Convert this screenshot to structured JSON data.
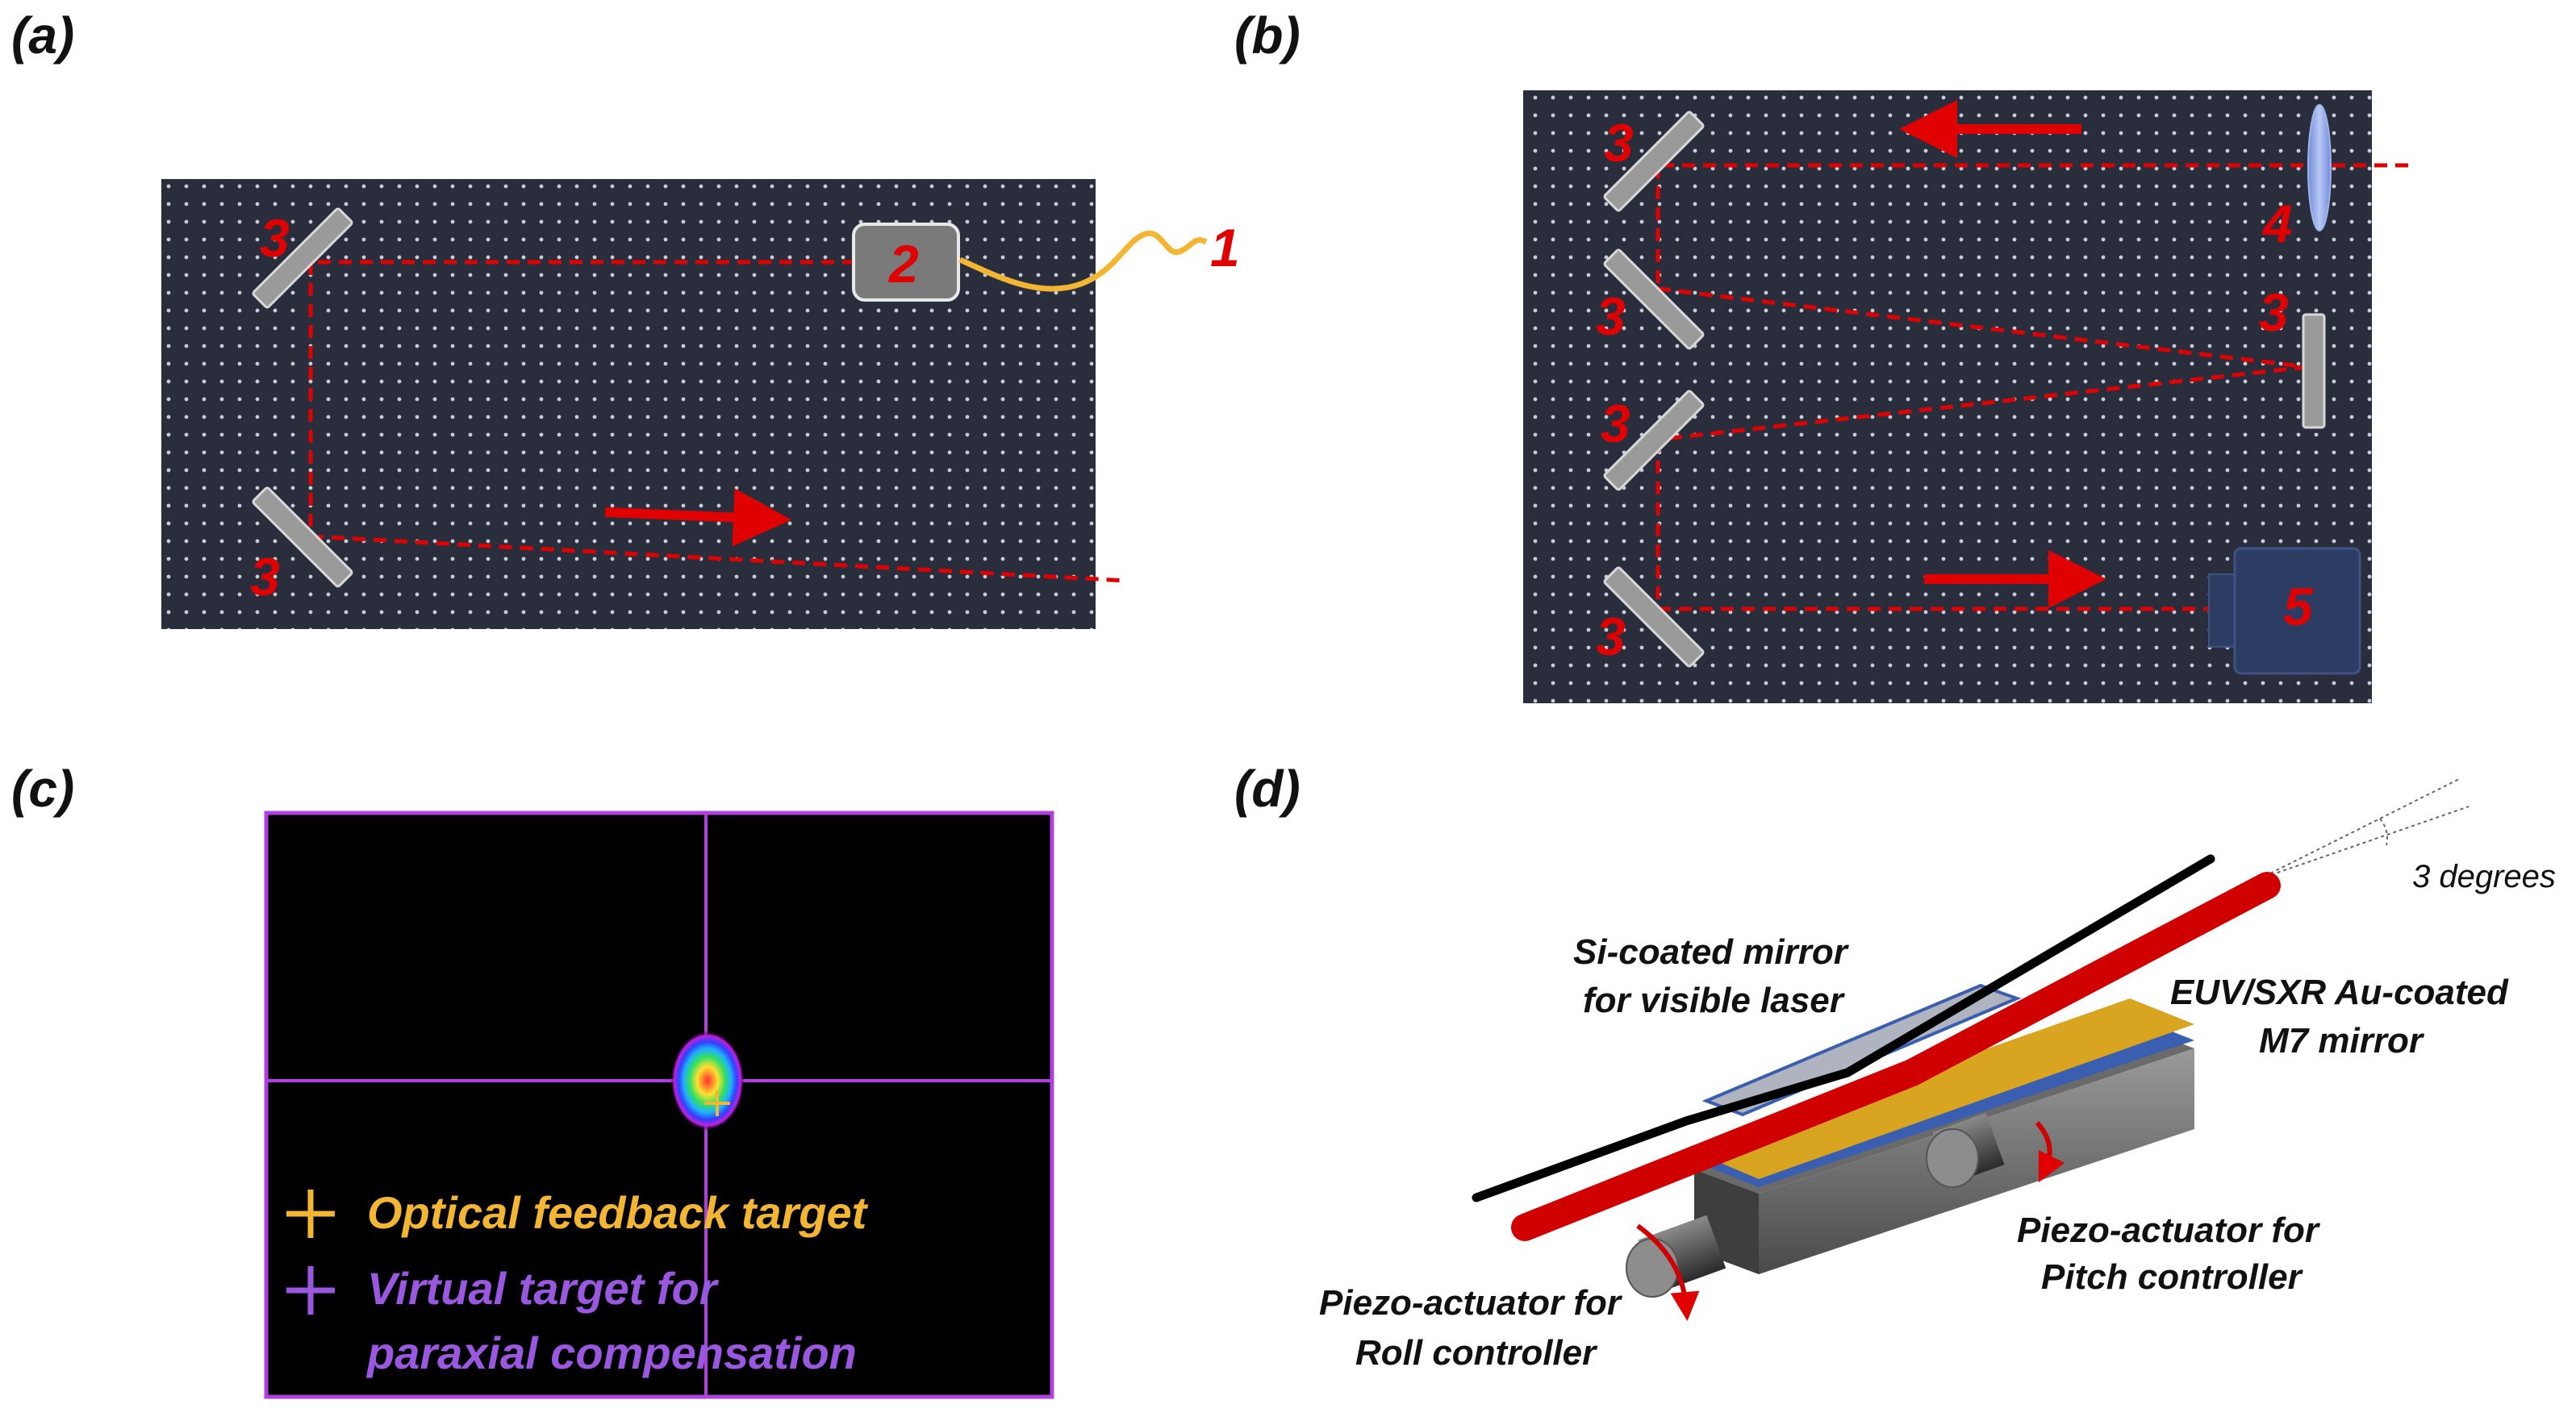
{
  "panels": {
    "a": {
      "label": "(a)",
      "numbers": {
        "source": "1",
        "collimator": "2",
        "mirror_top": "3",
        "mirror_bottom": "3"
      }
    },
    "b": {
      "label": "(b)",
      "numbers": {
        "mirror_1": "3",
        "mirror_2": "3",
        "mirror_3": "3",
        "mirror_4": "3",
        "mirror_right": "3",
        "lens": "4",
        "camera": "5"
      }
    },
    "c": {
      "label": "(c)",
      "legend": {
        "optical_feedback": "Optical feedback target",
        "virtual_line1": "Virtual target for",
        "virtual_line2": "paraxial compensation"
      }
    },
    "d": {
      "label": "(d)",
      "angle": "3 degrees",
      "si_mirror_line1": "Si-coated mirror",
      "si_mirror_line2": "for visible laser",
      "au_mirror_line1": "EUV/SXR Au-coated",
      "au_mirror_line2": "M7 mirror",
      "pitch_line1": "Piezo-actuator for",
      "pitch_line2": "Pitch controller",
      "roll_line1": "Piezo-actuator for",
      "roll_line2": "Roll controller"
    }
  },
  "colors": {
    "beam": "#e00000",
    "board": "#2a2e3c",
    "fiber": "#f2b632",
    "purple": "#b040e0",
    "gold": "#d9a520"
  }
}
